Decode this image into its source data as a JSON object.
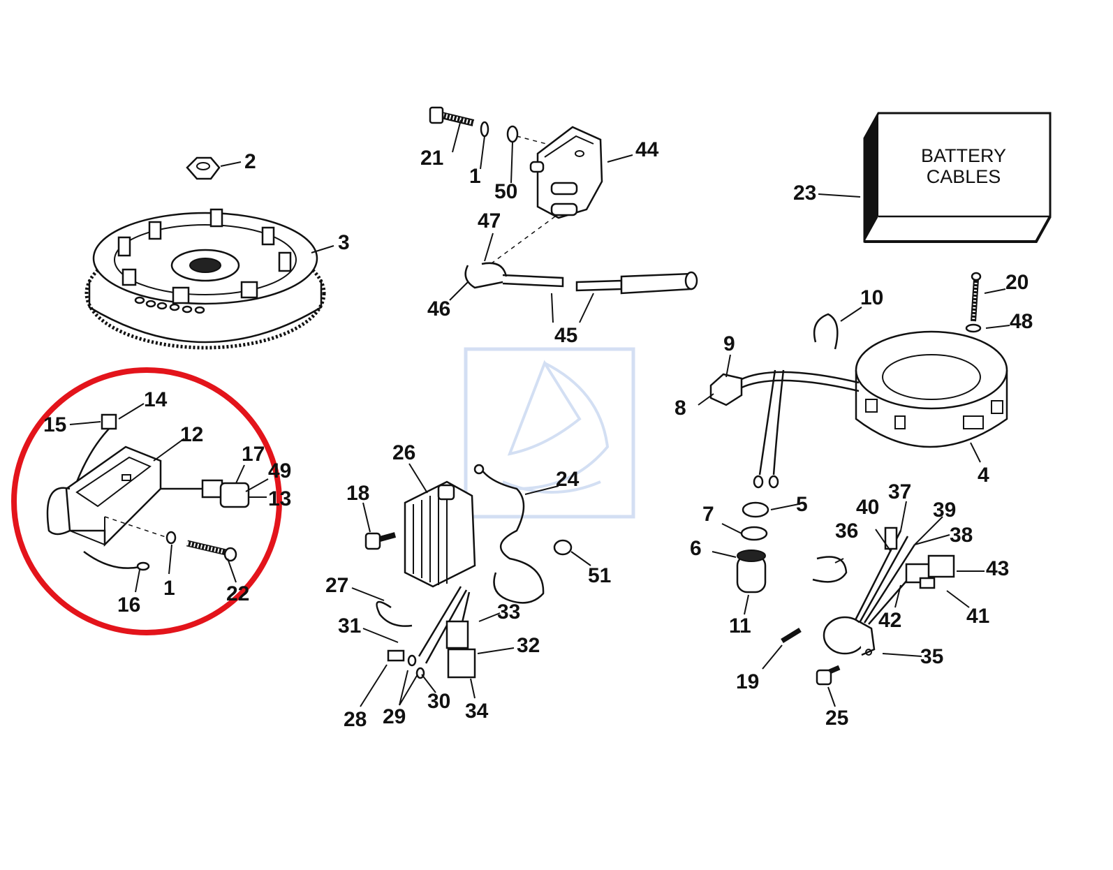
{
  "diagram": {
    "battery_box": {
      "line1": "BATTERY",
      "line2": "CABLES"
    },
    "callouts": {
      "c1a": "1",
      "c1b": "1",
      "c2": "2",
      "c3": "3",
      "c4": "4",
      "c5": "5",
      "c6": "6",
      "c7": "7",
      "c8": "8",
      "c9": "9",
      "c10": "10",
      "c11": "11",
      "c12": "12",
      "c13": "13",
      "c14": "14",
      "c15": "15",
      "c16": "16",
      "c17": "17",
      "c18": "18",
      "c19": "19",
      "c20": "20",
      "c21": "21",
      "c22": "22",
      "c23": "23",
      "c24": "24",
      "c25": "25",
      "c26": "26",
      "c27": "27",
      "c28": "28",
      "c29": "29",
      "c30": "30",
      "c31": "31",
      "c32": "32",
      "c33": "33",
      "c34": "34",
      "c35": "35",
      "c36": "36",
      "c37": "37",
      "c38": "38",
      "c39": "39",
      "c40": "40",
      "c41": "41",
      "c42": "42",
      "c43": "43",
      "c44": "44",
      "c45": "45",
      "c46": "46",
      "c47": "47",
      "c48": "48",
      "c49": "49",
      "c50": "50",
      "c51": "51"
    },
    "highlight_color": "#e3141b",
    "watermark_color": "#cfdcf2"
  }
}
